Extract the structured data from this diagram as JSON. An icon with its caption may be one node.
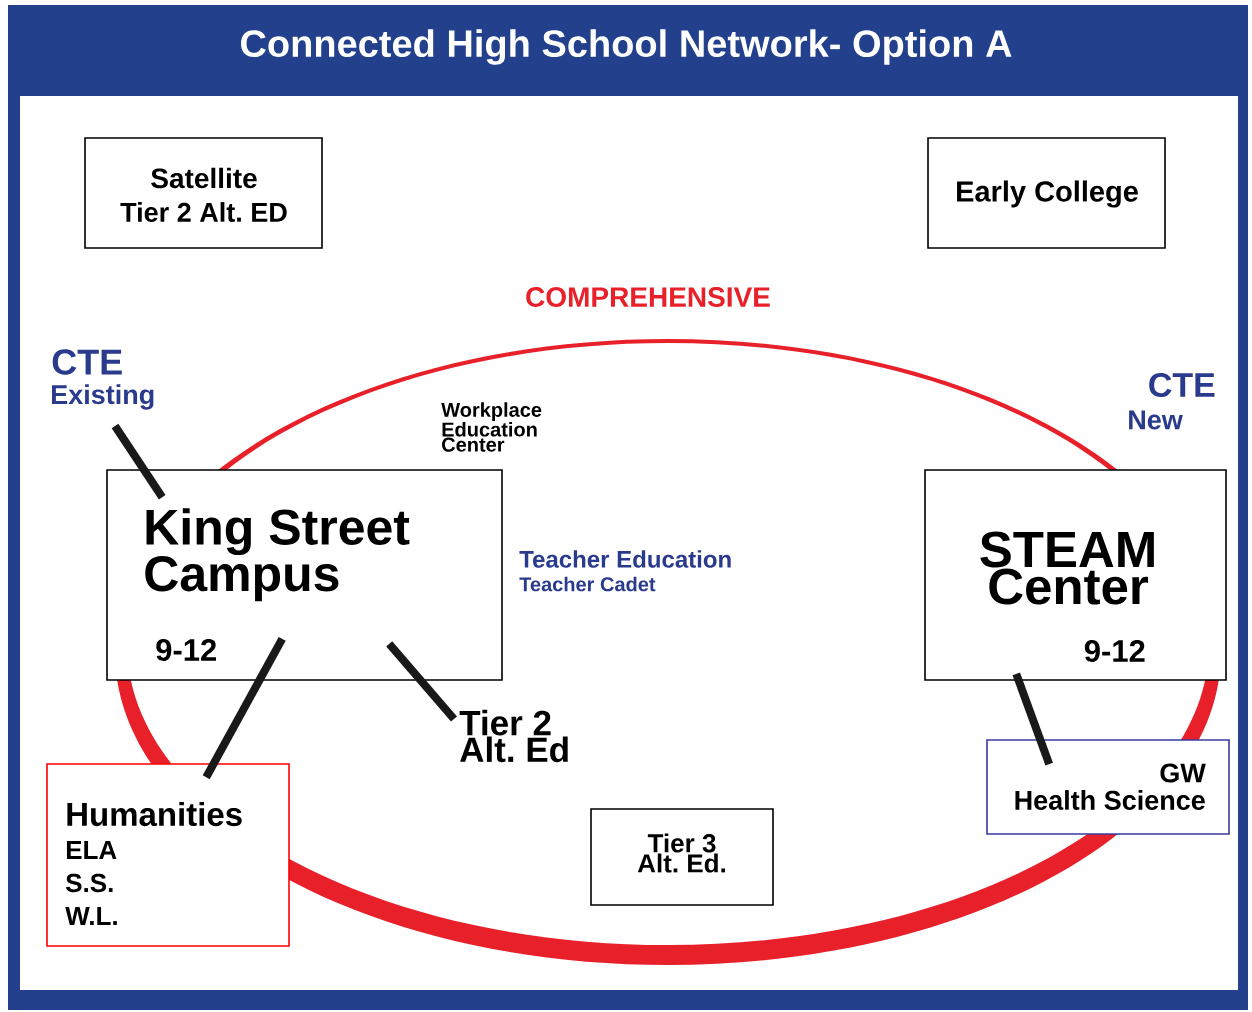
{
  "diagram": {
    "title": "Connected High School Network- Option A",
    "nodes": [
      {
        "text": [
          "Satellite",
          "Tier 2 Alt. ED"
        ]
      },
      {
        "text": [
          "Early College"
        ]
      },
      {
        "text": [
          "CTE",
          "Existing"
        ]
      },
      {
        "text": [
          "King Street Campus",
          "9-12"
        ]
      },
      {
        "text": [
          "Tier 2 Alt. Ed"
        ]
      },
      {
        "text": [
          "Humanities",
          "ELA",
          "S.S.",
          "W.L."
        ]
      },
      {
        "text": [
          "STEAM Center",
          "9-12"
        ]
      },
      {
        "text": [
          "GW",
          "Health Science"
        ]
      },
      {
        "text": [
          "Tier 3 Alt. Ed."
        ]
      }
    ],
    "edges": [
      {
        "from": 2,
        "to": 3,
        "arrow": "none"
      },
      {
        "from": 3,
        "to": 5,
        "arrow": "none"
      },
      {
        "from": 3,
        "to": 4,
        "arrow": "none"
      },
      {
        "from": 6,
        "to": 7,
        "arrow": "none"
      }
    ],
    "labels": [
      "COMPREHENSIVE",
      "CTE",
      "New",
      "Workplace Education Center",
      "Teacher Education",
      "Teacher Cadet"
    ]
  }
}
